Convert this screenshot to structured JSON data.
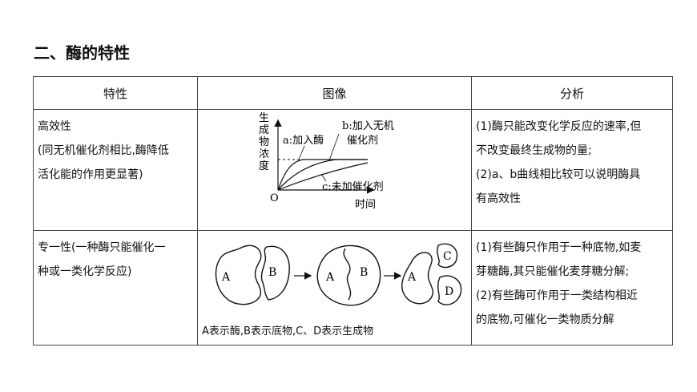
{
  "title": "二、酶的特性",
  "table": {
    "headers": [
      "特性",
      "图像",
      "分析"
    ],
    "row1": {
      "feature_lines": [
        "高效性",
        "(同无机催化剂相比,酶降低",
        "活化能的作用更显著)"
      ],
      "analysis_lines": [
        "(1)酶只能改变化学反应的速率,但",
        "不改变最终生成物的量;",
        "(2)a、b曲线相比较可以说明酶具",
        "有高效性"
      ],
      "graph": {
        "ylabel_chars": [
          "生",
          "成",
          "物",
          "浓",
          "度"
        ],
        "xlabel": "时间",
        "origin": "O",
        "label_a": "a:加入酶",
        "label_b_line1": "b:加入无机",
        "label_b_line2": "催化剂",
        "label_c": "c:未加催化剂"
      }
    },
    "row2": {
      "feature_lines": [
        "专一性(一种酶只能催化一",
        "种或一类化学反应)"
      ],
      "analysis_lines": [
        "(1)有些酶只作用于一种底物,如麦",
        "芽糖酶,其只能催化麦芽糖分解;",
        "(2)有些酶可作用于一类结构相近",
        "的底物,可催化一类物质分解"
      ],
      "diagram": {
        "labels": [
          "A",
          "B",
          "A",
          "B",
          "A",
          "C",
          "D"
        ],
        "caption": "A表示酶,B表示底物,C、D表示生成物"
      }
    }
  }
}
